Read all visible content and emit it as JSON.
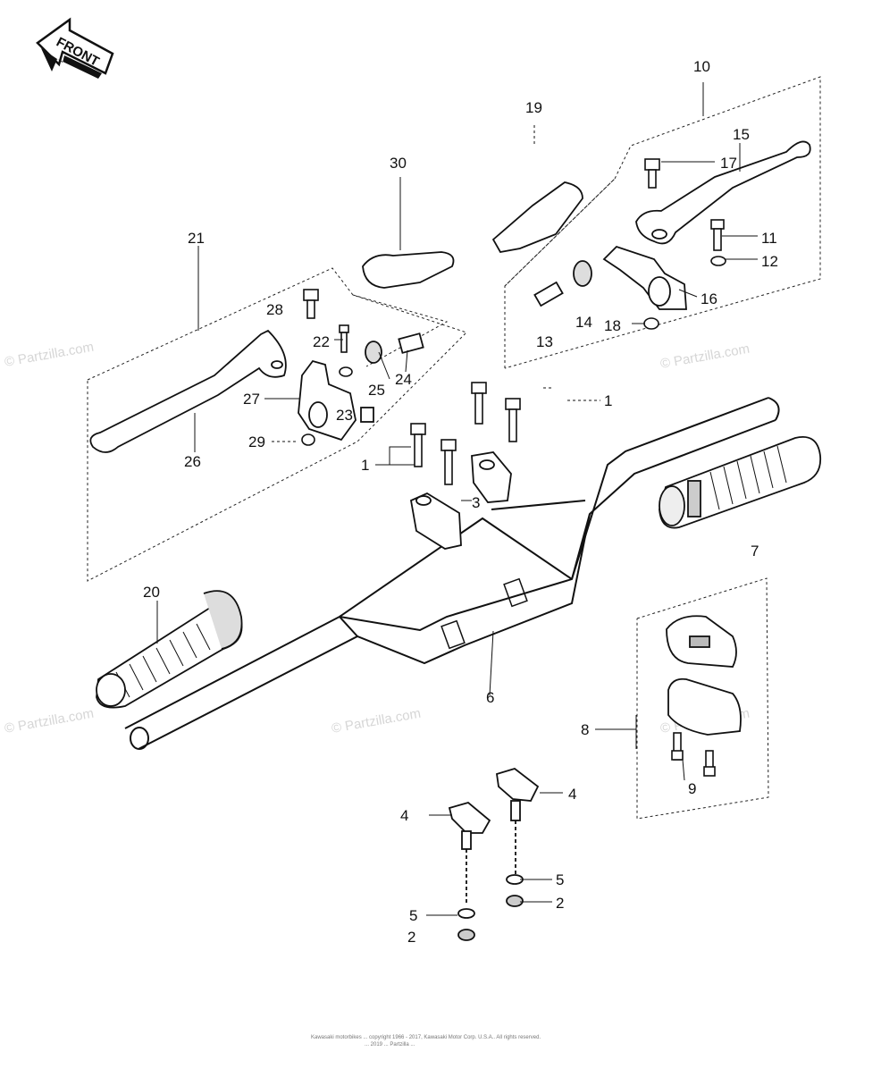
{
  "front_badge": "FRONT",
  "watermark": "© Partzilla.com",
  "footer": {
    "line1": "Kawasaki motorbikes ... copyright 1966 - 2017, Kawasaki Motor Corp. U.S.A.. All rights reserved.",
    "line2": "... 2019 ... Partzilla ..."
  },
  "callouts": {
    "c1a": "1",
    "c1b": "1",
    "c2a": "2",
    "c2b": "2",
    "c3": "3",
    "c4a": "4",
    "c4b": "4",
    "c5a": "5",
    "c5b": "5",
    "c6": "6",
    "c7": "7",
    "c8": "8",
    "c9": "9",
    "c10": "10",
    "c11": "11",
    "c12": "12",
    "c13": "13",
    "c14": "14",
    "c15": "15",
    "c16": "16",
    "c17": "17",
    "c18": "18",
    "c19": "19",
    "c20": "20",
    "c21": "21",
    "c22": "22",
    "c23": "23",
    "c24": "24",
    "c25": "25",
    "c26": "26",
    "c27": "27",
    "c28": "28",
    "c29": "29",
    "c30": "30"
  },
  "colors": {
    "line": "#1a1a1a",
    "watermark": "#d6d6d6"
  }
}
